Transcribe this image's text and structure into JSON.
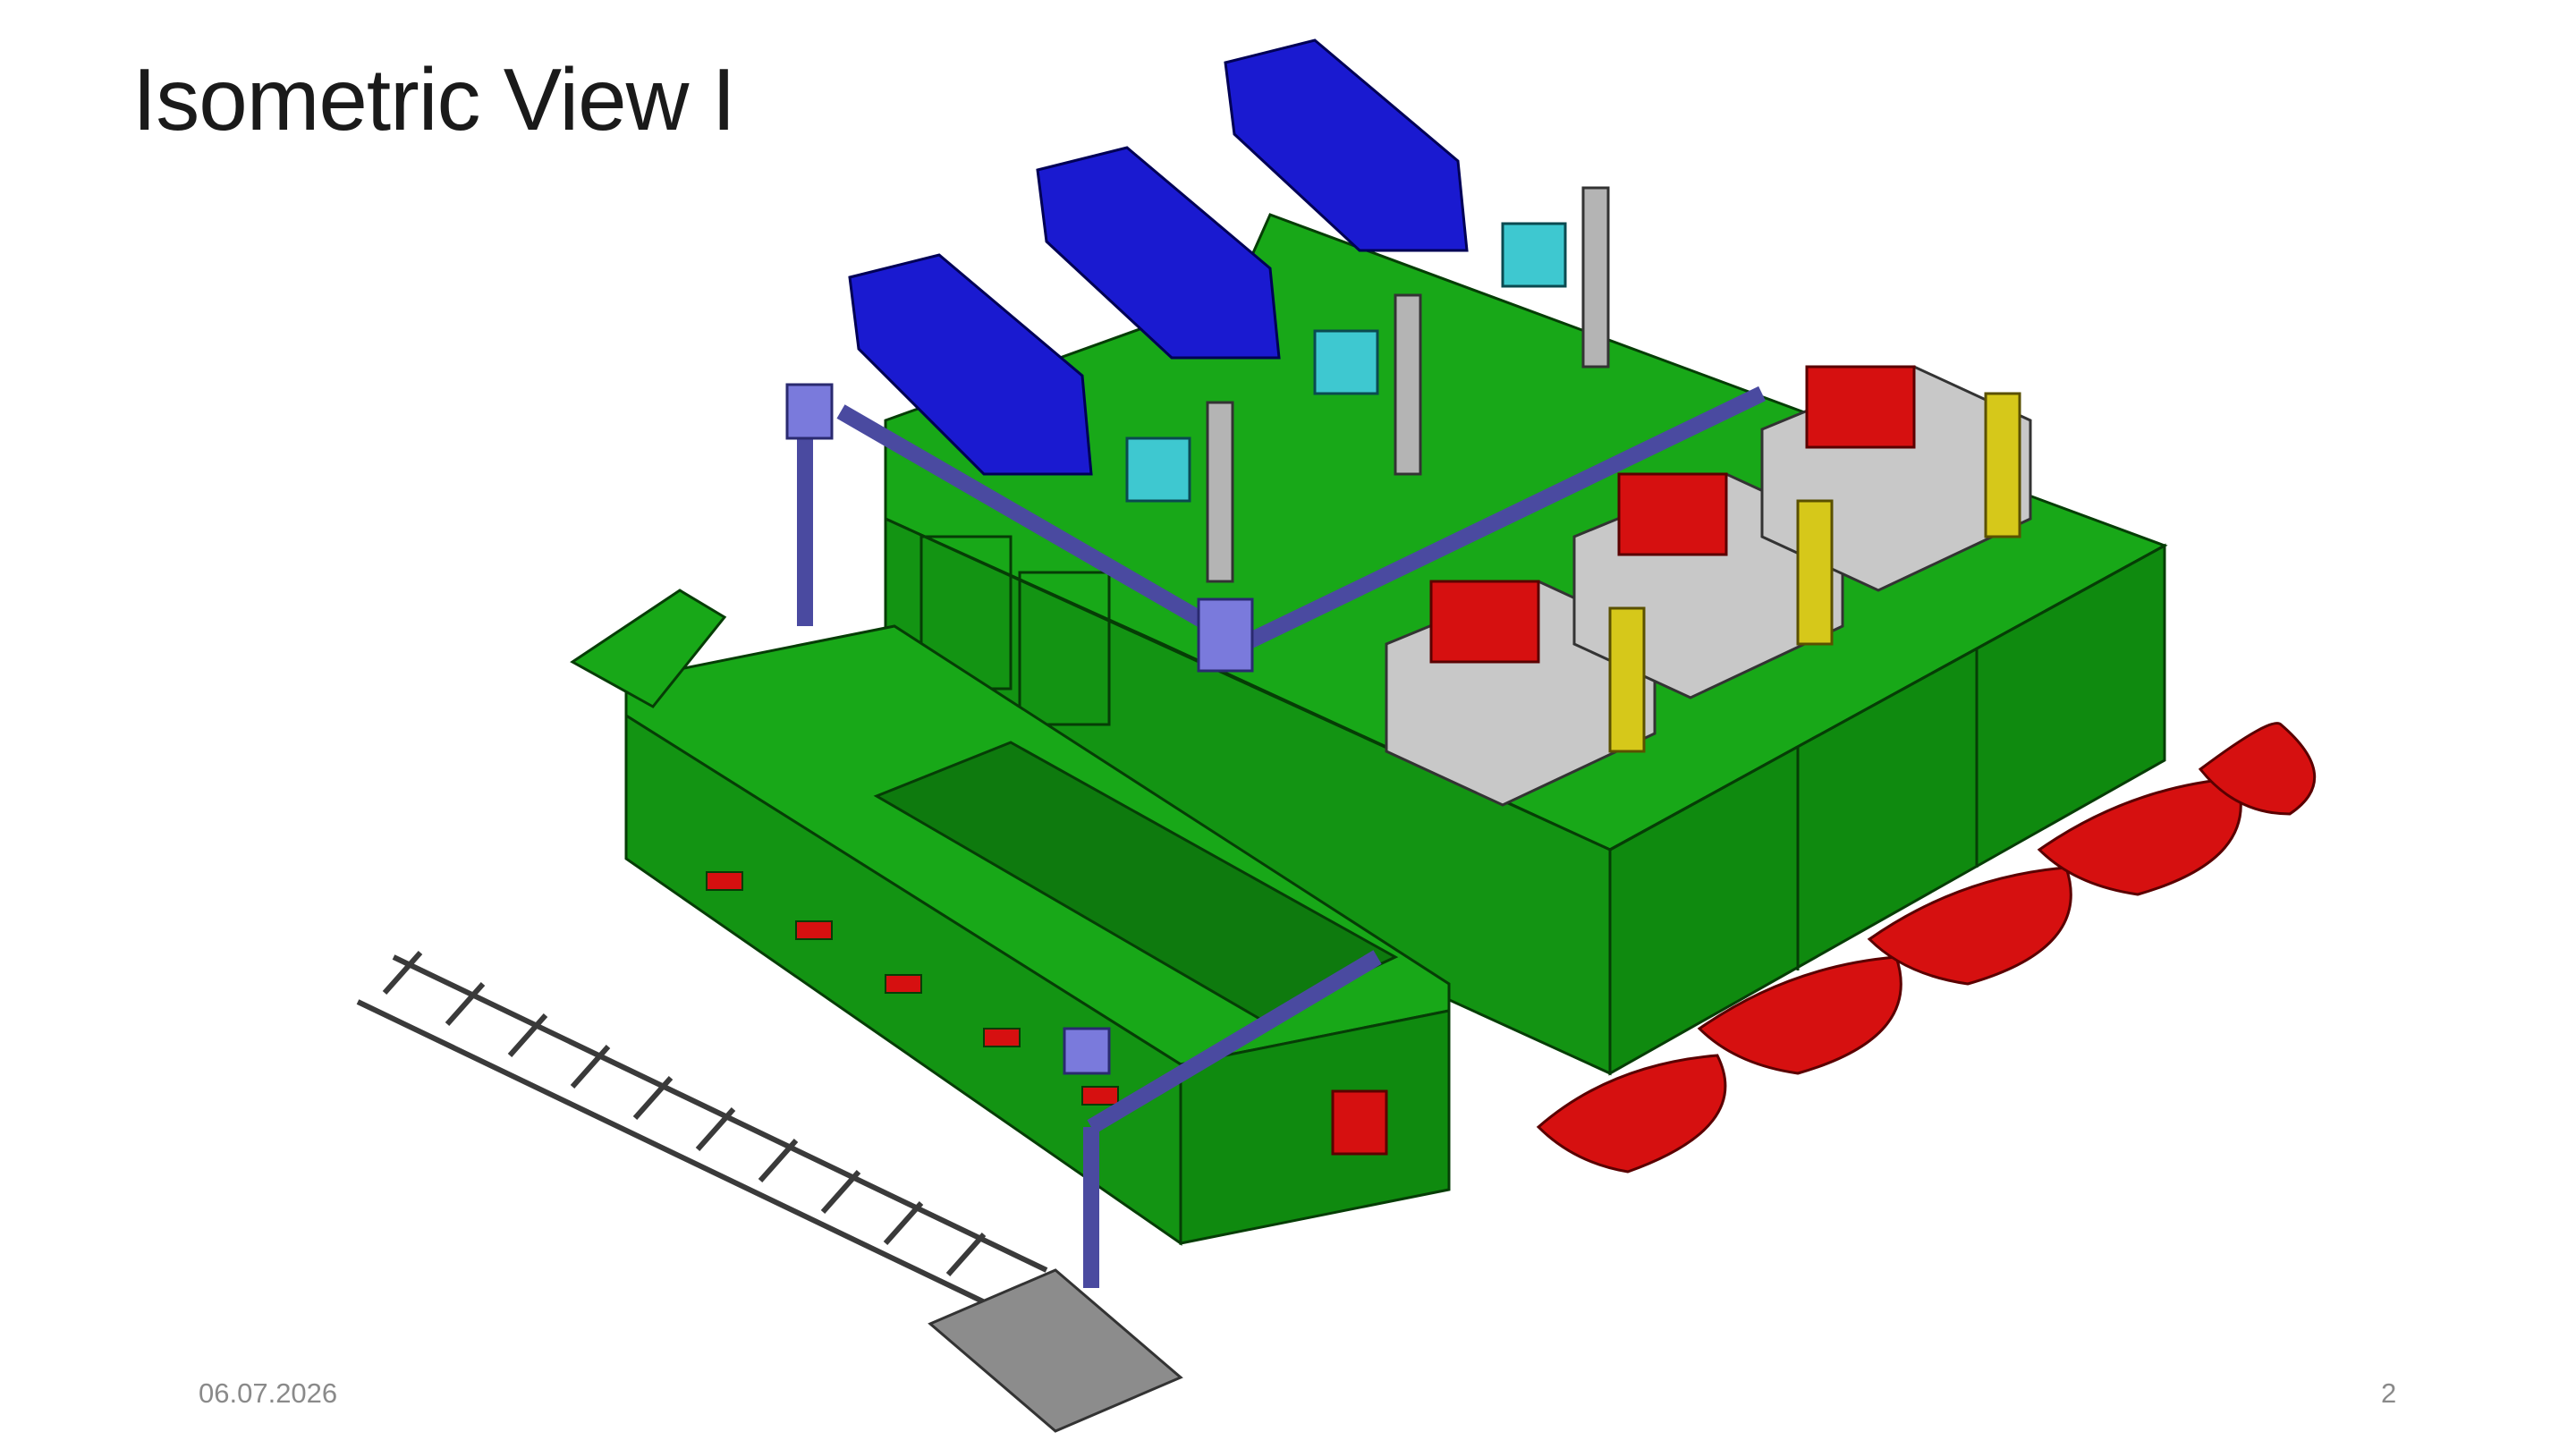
{
  "slide": {
    "title": "Isometric View I",
    "date": "06.07.2026",
    "page_number": "2"
  },
  "colors": {
    "machine_body": "#139413",
    "machine_top": "#18a818",
    "fans": "#1a1ad0",
    "motors": "#d01a1a",
    "filters": "#d6c81a",
    "pipes": "#7a7adc",
    "conveyor": "#8c8c8c",
    "motor_base": "#c8c8c8",
    "drive_units": "#3ec8d0"
  }
}
